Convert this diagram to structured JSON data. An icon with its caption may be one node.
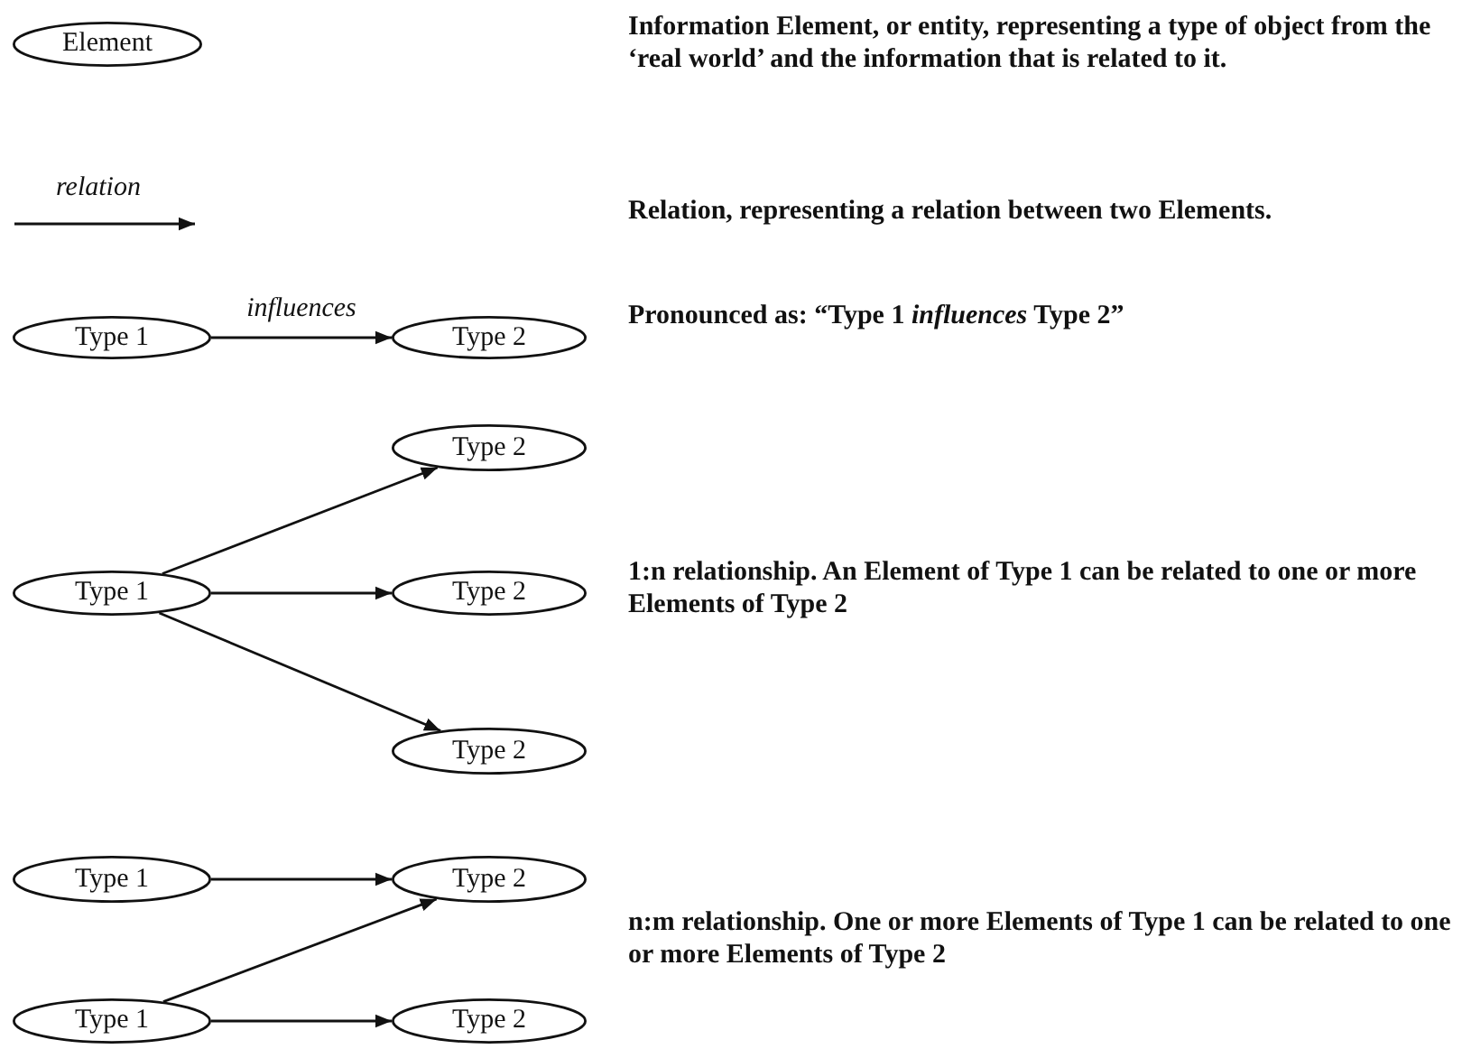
{
  "diagram": {
    "nodes": [
      {
        "text": [
          "Element"
        ]
      },
      {
        "text": [
          "Type 1"
        ]
      },
      {
        "text": [
          "Type 2"
        ]
      },
      {
        "text": [
          "Type 2"
        ]
      },
      {
        "text": [
          "Type 1"
        ]
      },
      {
        "text": [
          "Type 2"
        ]
      },
      {
        "text": [
          "Type 2"
        ]
      },
      {
        "text": [
          "Type 1"
        ]
      },
      {
        "text": [
          "Type 2"
        ]
      },
      {
        "text": [
          "Type 1"
        ]
      },
      {
        "text": [
          "Type 2"
        ]
      }
    ],
    "edges": [
      {
        "from": 1,
        "to": 2,
        "arrow": "to",
        "label": "influences"
      },
      {
        "from": 4,
        "to": 3,
        "arrow": "to"
      },
      {
        "from": 4,
        "to": 5,
        "arrow": "to"
      },
      {
        "from": 4,
        "to": 6,
        "arrow": "to"
      },
      {
        "from": 7,
        "to": 8,
        "arrow": "to"
      },
      {
        "from": 9,
        "to": 8,
        "arrow": "to"
      },
      {
        "from": 9,
        "to": 10,
        "arrow": "to"
      }
    ],
    "labels": [
      "Information Element, or entity, representing a type of object from the ‘real world’ and the information that is related to it.",
      "Relation, representing a relation between two Elements.",
      "Pronounced as: “Type 1 *influences* Type 2”",
      "1:n relationship. An Element of Type 1 can be related to one or more Elements of Type 2",
      "n:m relationship. One or more Elements of Type 1 can be related to one or more Elements of Type 2"
    ],
    "legend": [
      {
        "text": "relation"
      }
    ]
  }
}
